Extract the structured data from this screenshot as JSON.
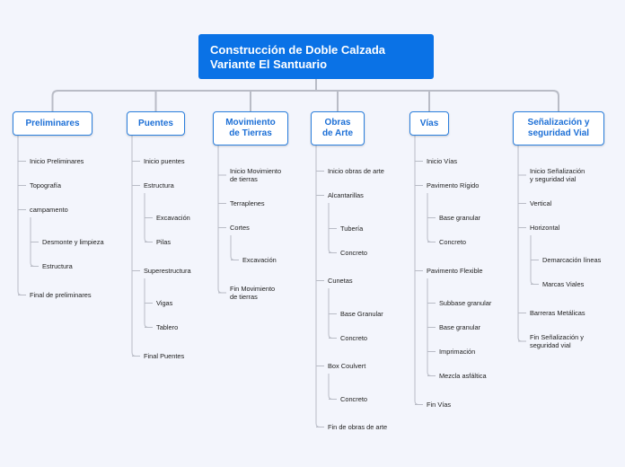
{
  "root": {
    "line1": "Construcción de Doble Calzada",
    "line2": "Variante El Santuario"
  },
  "branches": [
    {
      "label": [
        "Preliminares"
      ],
      "items": [
        {
          "text": [
            "Inicio Preliminares"
          ]
        },
        {
          "text": [
            "Topografía"
          ]
        },
        {
          "text": [
            "campamento"
          ],
          "children": [
            {
              "text": [
                "Desmonte y limpieza"
              ]
            },
            {
              "text": [
                "Estructura"
              ]
            }
          ]
        },
        {
          "text": [
            "Final de preliminares"
          ]
        }
      ]
    },
    {
      "label": [
        "Puentes"
      ],
      "items": [
        {
          "text": [
            "Inicio puentes"
          ]
        },
        {
          "text": [
            "Estructura"
          ],
          "children": [
            {
              "text": [
                "Excavación"
              ]
            },
            {
              "text": [
                "Pilas"
              ]
            }
          ]
        },
        {
          "text": [
            "Superestructura"
          ],
          "children": [
            {
              "text": [
                "Vigas"
              ]
            },
            {
              "text": [
                "Tablero"
              ]
            }
          ]
        },
        {
          "text": [
            "Final Puentes"
          ]
        }
      ]
    },
    {
      "label": [
        "Movimiento",
        "de Tierras"
      ],
      "items": [
        {
          "text": [
            "Inicio Movimiento",
            "de tierras"
          ]
        },
        {
          "text": [
            "Terraplenes"
          ]
        },
        {
          "text": [
            "Cortes"
          ],
          "children": [
            {
              "text": [
                "Excavación"
              ]
            }
          ]
        },
        {
          "text": [
            "Fin Movimiento",
            "de tierras"
          ]
        }
      ]
    },
    {
      "label": [
        "Obras",
        "de Arte"
      ],
      "items": [
        {
          "text": [
            "Inicio obras de arte"
          ]
        },
        {
          "text": [
            "Alcantarillas"
          ],
          "children": [
            {
              "text": [
                "Tubería"
              ]
            },
            {
              "text": [
                "Concreto"
              ]
            }
          ]
        },
        {
          "text": [
            "Cunetas"
          ],
          "children": [
            {
              "text": [
                "Base Granular"
              ]
            },
            {
              "text": [
                "Concreto"
              ]
            }
          ]
        },
        {
          "text": [
            "Box Coulvert"
          ],
          "children": [
            {
              "text": [
                "Concreto"
              ]
            }
          ]
        },
        {
          "text": [
            "Fin de obras de arte"
          ]
        }
      ]
    },
    {
      "label": [
        "Vías"
      ],
      "items": [
        {
          "text": [
            "Inicio Vías"
          ]
        },
        {
          "text": [
            "Pavimento Rígido"
          ],
          "children": [
            {
              "text": [
                "Base granular"
              ]
            },
            {
              "text": [
                "Concreto"
              ]
            }
          ]
        },
        {
          "text": [
            "Pavimento Flexible"
          ],
          "children": [
            {
              "text": [
                "Subbase granular"
              ]
            },
            {
              "text": [
                "Base granular"
              ]
            },
            {
              "text": [
                "Imprimación"
              ]
            },
            {
              "text": [
                "Mezcla asfáltica"
              ]
            }
          ]
        },
        {
          "text": [
            "Fin Vías"
          ]
        }
      ]
    },
    {
      "label": [
        "Señalización y",
        "seguridad Vial"
      ],
      "items": [
        {
          "text": [
            "Inicio Señalización",
            "y seguridad vial"
          ]
        },
        {
          "text": [
            "Vertical"
          ]
        },
        {
          "text": [
            "Horizontal"
          ],
          "children": [
            {
              "text": [
                "Demarcación líneas"
              ]
            },
            {
              "text": [
                "Marcas Viales"
              ]
            }
          ]
        },
        {
          "text": [
            "Barreras Metálicas"
          ]
        },
        {
          "text": [
            "Fin Señalización y",
            "seguridad vial"
          ]
        }
      ]
    }
  ]
}
